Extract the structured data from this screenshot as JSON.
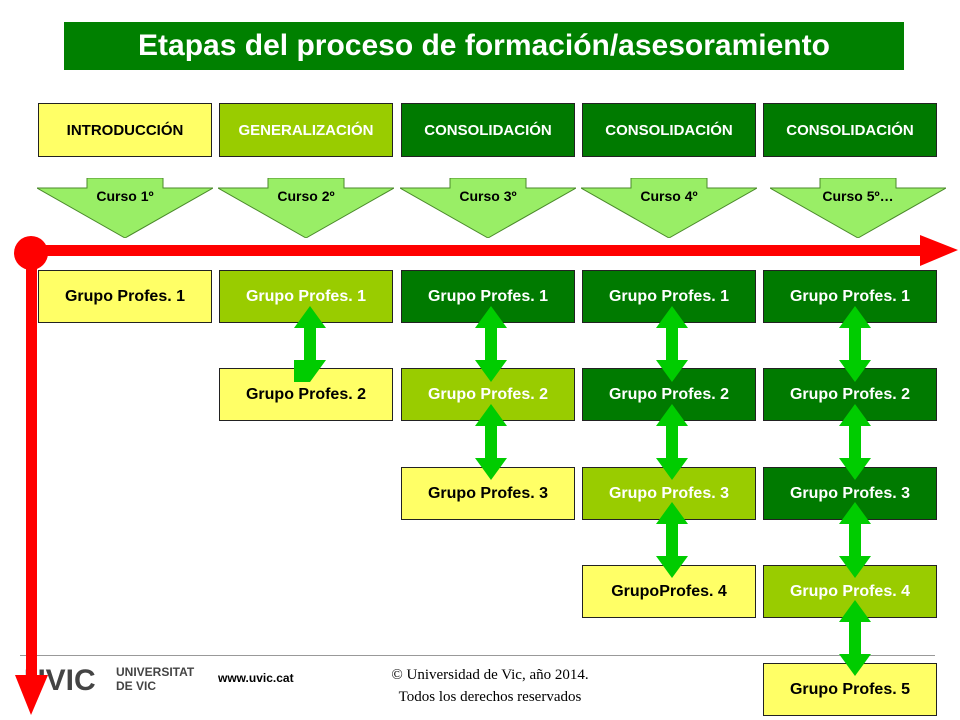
{
  "title": "Etapas del proceso de formación/asesoramiento",
  "stages": [
    "INTRODUCCIÓN",
    "GENERALIZACIÓN",
    "CONSOLIDACIÓN",
    "CONSOLIDACIÓN",
    "CONSOLIDACIÓN"
  ],
  "courses": [
    "Curso 1º",
    "Curso 2º",
    "Curso 3º",
    "Curso 4º",
    "Curso 5º…"
  ],
  "groups": {
    "col1": [
      "Grupo Profes. 1"
    ],
    "col2": [
      "Grupo Profes. 1",
      "Grupo Profes. 2"
    ],
    "col3": [
      "Grupo Profes. 1",
      "Grupo Profes. 2",
      "Grupo Profes. 3"
    ],
    "col4": [
      "Grupo Profes. 1",
      "Grupo Profes. 2",
      "Grupo Profes. 3",
      "GrupoProfes. 4"
    ],
    "col5": [
      "Grupo Profes. 1",
      "Grupo Profes. 2",
      "Grupo Profes. 3",
      "Grupo Profes. 4",
      "Grupo Profes. 5"
    ]
  },
  "footer": {
    "logo_line1": "UNIVERSITAT",
    "logo_line2": "DE VIC",
    "logo_mark": "UVIC",
    "url": "www.uvic.cat",
    "copyright_line1": "© Universidad de Vic, año 2014.",
    "copyright_line2": "Todos los derechos reservados"
  },
  "colors": {
    "title_bg": "#008000",
    "yellow": "#ffff66",
    "lime": "#99cc00",
    "green": "#007a00",
    "timeline_red": "#ff0000",
    "double_arrow": "#00cc00",
    "course_arrow": "#99ee66"
  }
}
